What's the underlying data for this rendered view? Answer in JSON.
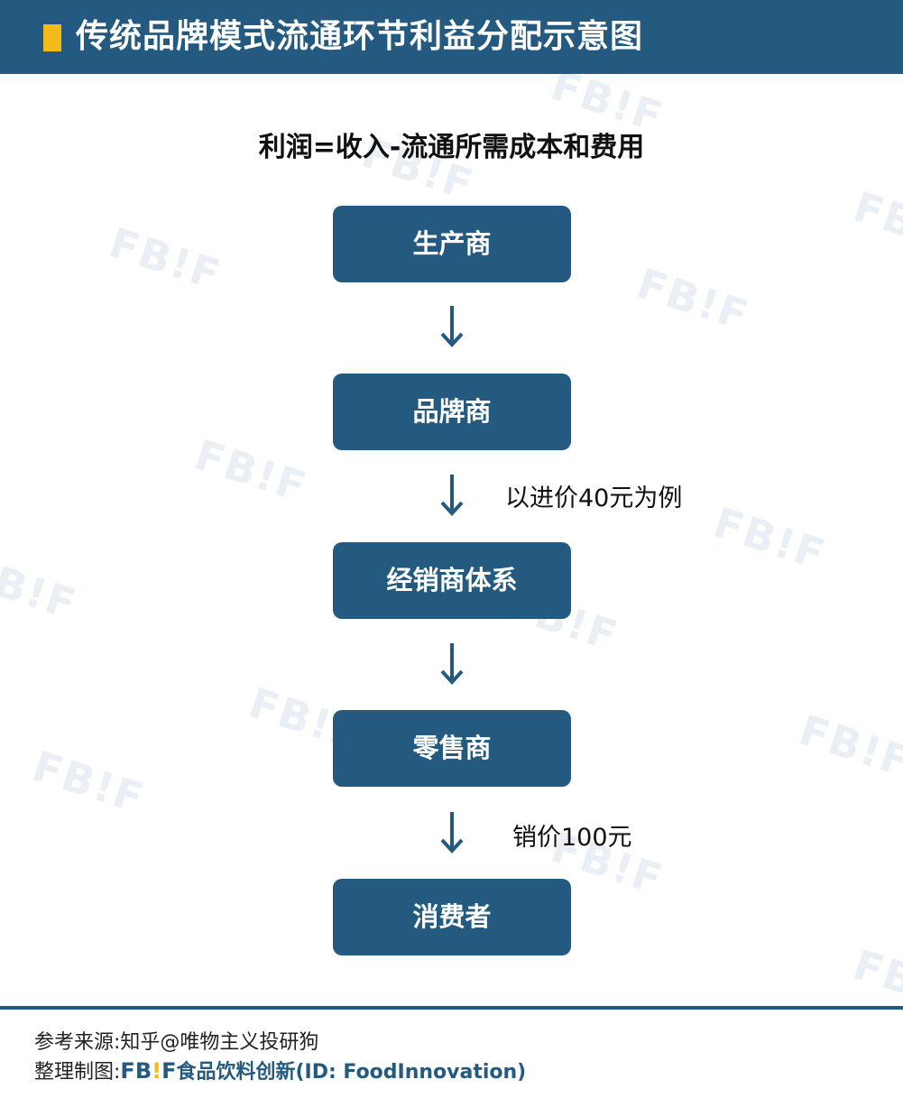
{
  "header": {
    "title": "传统品牌模式流通环节利益分配示意图",
    "accent_color": "#f2bb1a",
    "bg_color": "#255a80"
  },
  "formula": "利润=收入-流通所需成本和费用",
  "flow": {
    "nodes": [
      "生产商",
      "品牌商",
      "经销商体系",
      "零售商",
      "消费者"
    ],
    "notes": {
      "brand_to_dealer": "以进价40元为例",
      "retail_to_consumer": "销价100元"
    }
  },
  "watermark": {
    "text": "FB!F"
  },
  "footer": {
    "source_label": "参考来源:",
    "source_value": "知乎@唯物主义投研狗",
    "made_label": "整理制图:",
    "brand_logo_pre": "FB",
    "brand_logo_bang": "!",
    "brand_logo_post": "F",
    "brand_name": "食品饮料创新(ID: FoodInnovation)"
  }
}
